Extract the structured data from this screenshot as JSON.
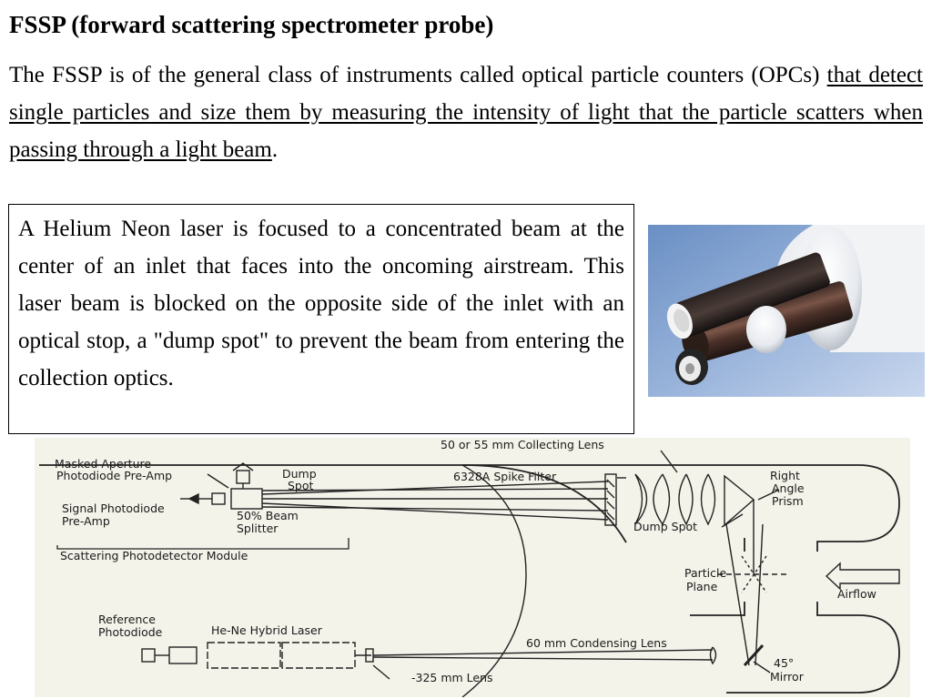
{
  "title": "FSSP (forward scattering spectrometer probe)",
  "intro": {
    "part1": "The FSSP is of the general class of instruments called optical particle counters (OPCs) ",
    "underlined": "that detect single particles and size them by measuring the intensity of light that the particle scatters when passing through a light beam",
    "part2": "."
  },
  "box_text": "A Helium Neon laser is focused to a concentrated beam at the center of an inlet that faces into the oncoming airstream. This laser beam is blocked on the opposite side of the inlet with an optical stop, a \"dump spot\" to prevent the beam from entering the collection optics.",
  "diagram": {
    "labels": {
      "masked_aperture": "Masked Aperture",
      "photodiode_preamp": "Photodiode Pre-Amp",
      "dump_spot_top_1": "Dump",
      "dump_spot_top_2": "Spot",
      "signal_photodiode": "Signal Photodiode",
      "pre_amp": "Pre-Amp",
      "beam_splitter_1": "50% Beam",
      "beam_splitter_2": "Splitter",
      "scattering_module": "Scattering Photodetector Module",
      "collecting_lens": "50 or 55 mm Collecting Lens",
      "spike_filter": "6328A Spike Filter",
      "right_angle_1": "Right",
      "right_angle_2": "Angle",
      "right_angle_3": "Prism",
      "dump_spot_lower": "Dump Spot",
      "particle_1": "Particle",
      "particle_2": "Plane",
      "airflow": "Airflow",
      "reference_1": "Reference",
      "reference_2": "Photodiode",
      "laser": "He-Ne Hybrid Laser",
      "condensing_lens": "60 mm Condensing Lens",
      "lens_325": "-325 mm Lens",
      "mirror_1": "45°",
      "mirror_2": "Mirror"
    }
  }
}
